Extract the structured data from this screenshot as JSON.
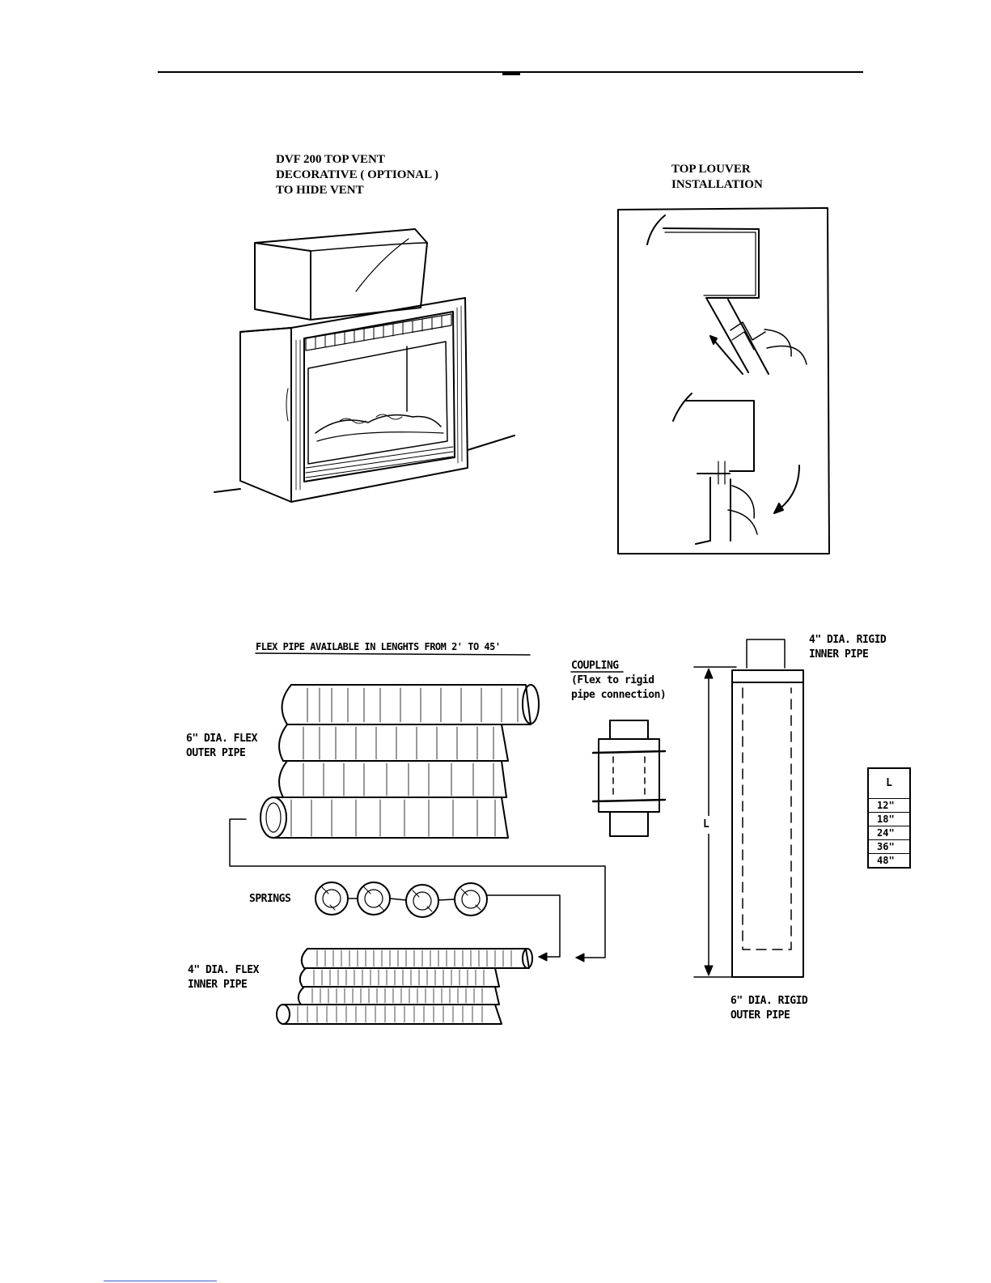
{
  "top_left_caption": {
    "line1": "DVF 200 TOP VENT",
    "line2": "DECORATIVE ( OPTIONAL )",
    "line3": "TO HIDE VENT"
  },
  "top_right_caption": {
    "line1": "TOP LOUVER",
    "line2": "INSTALLATION"
  },
  "flex_pipe_note": "FLEX PIPE AVAILABLE IN LENGHTS FROM 2' TO 45'",
  "outer_flex_label": {
    "line1": "6\" DIA. FLEX",
    "line2": "OUTER PIPE"
  },
  "coupling_label": {
    "line1": "COUPLING",
    "line2": "(Flex to rigid",
    "line3": "pipe connection)"
  },
  "springs_label": "SPRINGS",
  "inner_flex_label": {
    "line1": "4\" DIA. FLEX",
    "line2": "INNER PIPE"
  },
  "rigid_inner_label": {
    "line1": "4\" DIA. RIGID",
    "line2": "INNER PIPE"
  },
  "rigid_outer_label": {
    "line1": "6\" DIA. RIGID",
    "line2": "OUTER PIPE"
  },
  "length_marker": "L",
  "length_table": {
    "header": "L",
    "rows": [
      "12\"",
      "18\"",
      "24\"",
      "36\"",
      "48\""
    ]
  }
}
